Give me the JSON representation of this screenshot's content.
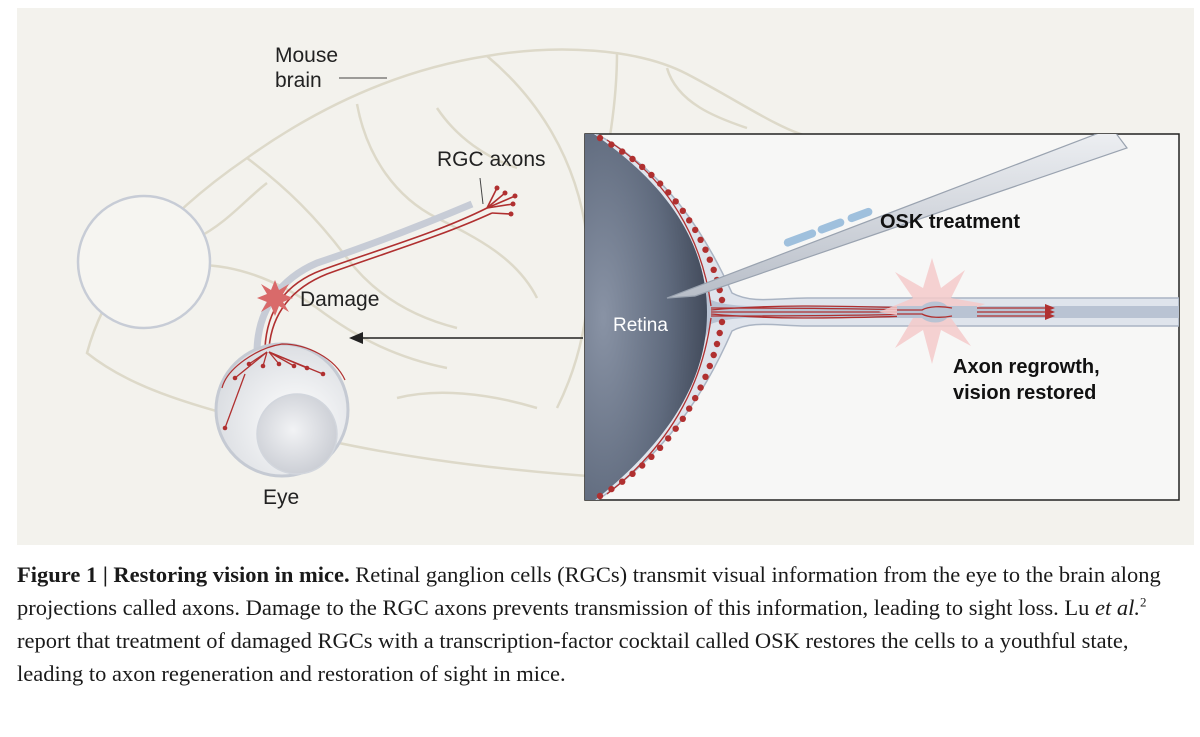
{
  "diagram": {
    "labels": {
      "mouse_brain_line1": "Mouse",
      "mouse_brain_line2": "brain",
      "rgc_axons": "RGC axons",
      "damage": "Damage",
      "eye": "Eye",
      "retina": "Retina",
      "osk_treatment": "OSK treatment",
      "regrowth_line1": "Axon regrowth,",
      "regrowth_line2": "vision restored"
    },
    "colors": {
      "panel_background": "#f3f2ed",
      "brain_outline": "#ddd9c9",
      "axon_red": "#b03030",
      "damage_star": "#d96a6a",
      "retina_dark": "#5a6375",
      "nerve_blue": "#b9c3d3"
    }
  },
  "caption": {
    "title": "Figure 1 | Restoring vision in mice.",
    "text_1": " Retinal ganglion cells (RGCs) transmit visual information from the eye to the brain along projections called axons. Damage to the RGC axons prevents transmission of this information, leading to sight loss. Lu ",
    "italic": "et al.",
    "superscript": "2",
    "text_2": " report that treatment of damaged RGCs with a transcription-factor cocktail called OSK restores the cells to a youthful state, leading to axon regeneration and restoration of sight in mice."
  }
}
